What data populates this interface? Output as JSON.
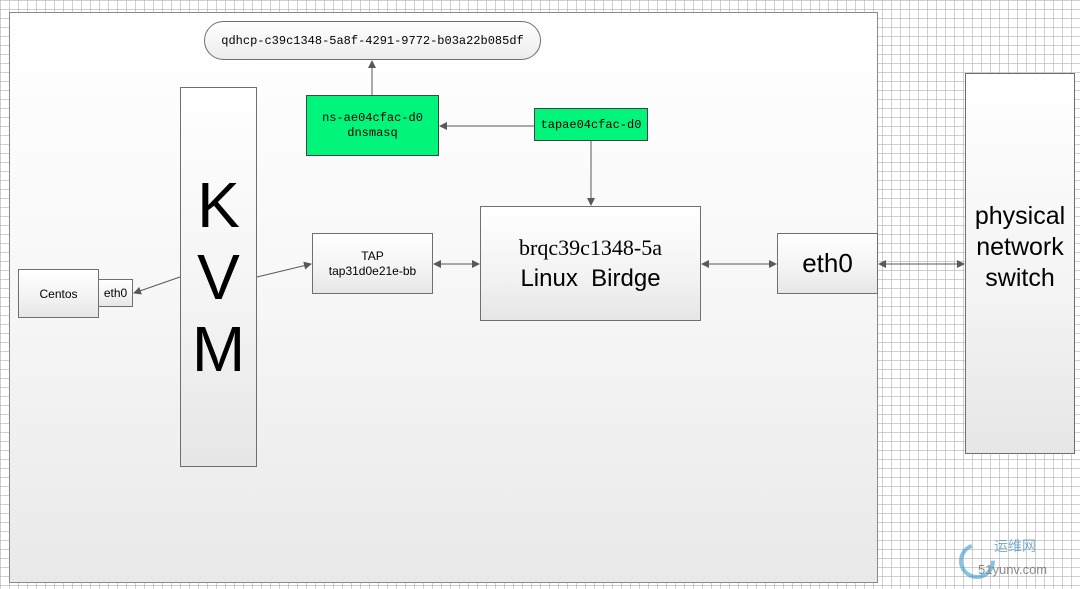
{
  "diagram": {
    "qdhcp_label": "qdhcp-c39c1348-5a8f-4291-9772-b03a22b085df",
    "ns": {
      "line1": "ns-ae04cfac-d0",
      "line2": "dnsmasq"
    },
    "tapae_label": "tapae04cfac-d0",
    "kvm_letters": [
      "K",
      "V",
      "M"
    ],
    "centos": {
      "label": "Centos",
      "nic": "eth0"
    },
    "tap": {
      "line1": "TAP",
      "line2": "tap31d0e21e-bb"
    },
    "bridge": {
      "line1": "brqc39c1348-5a",
      "line2": "Linux  Birdge"
    },
    "eth0_label": "eth0",
    "switch": {
      "line1": "physical",
      "line2": "network",
      "line3": "switch"
    }
  },
  "colors": {
    "green_box": "#00f57a",
    "line": "#595959"
  },
  "watermark": {
    "text1": "运维网",
    "text2": "51yunv.com"
  }
}
